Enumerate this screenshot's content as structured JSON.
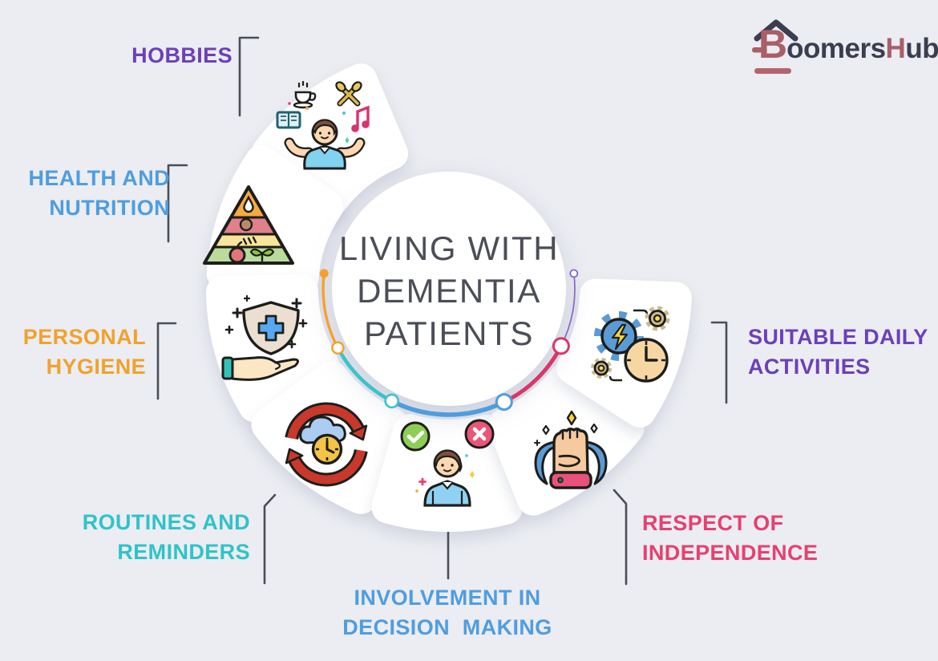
{
  "page": {
    "background_color": "#ebedf2"
  },
  "logo": {
    "part_b": "B",
    "part_oomers": "oomers",
    "part_h": "H",
    "part_ub": "ub",
    "red_color": "#a95f68",
    "dark_color": "#3b3e50",
    "icon": "house-roof-icon"
  },
  "center": {
    "title_line1": "LIVING WITH",
    "title_line2": "DEMENTIA",
    "title_line3": "PATIENTS",
    "text_color": "#4b4e57"
  },
  "segments": [
    {
      "id": "hobbies",
      "label_line1": "HOBBIES",
      "label_line2": "",
      "label_color": "#6b40ba",
      "icon": "hobbies-person-icon"
    },
    {
      "id": "health-and-nutrition",
      "label_line1": "HEALTH AND",
      "label_line2": "NUTRITION",
      "label_color": "#4f9de0",
      "icon": "food-pyramid-icon"
    },
    {
      "id": "personal-hygiene",
      "label_line1": "PERSONAL",
      "label_line2": "HYGIENE",
      "label_color": "#f0a22e",
      "icon": "shield-hand-icon"
    },
    {
      "id": "routines-and-reminders",
      "label_line1": "ROUTINES AND",
      "label_line2": "REMINDERS",
      "label_color": "#2fc3c9",
      "icon": "cycle-clock-icon"
    },
    {
      "id": "involvement-in-decision-making",
      "label_line1": "INVOLVEMENT IN",
      "label_line2": "DECISION  MAKING",
      "label_color": "#4f9de0",
      "icon": "decision-check-cross-icon"
    },
    {
      "id": "respect-of-independence",
      "label_line1": "RESPECT OF",
      "label_line2": "INDEPENDENCE",
      "label_color": "#e5416f",
      "icon": "raised-fist-icon"
    },
    {
      "id": "suitable-daily-activities",
      "label_line1": "SUITABLE DAILY",
      "label_line2": "ACTIVITIES",
      "label_color": "#6b40ba",
      "icon": "gears-clock-icon"
    }
  ],
  "arc_colors": {
    "orange": "#f7a02e",
    "teal": "#38c4c9",
    "blue": "#4f9ddd",
    "pink": "#d93768",
    "purple": "#8b64cc"
  }
}
